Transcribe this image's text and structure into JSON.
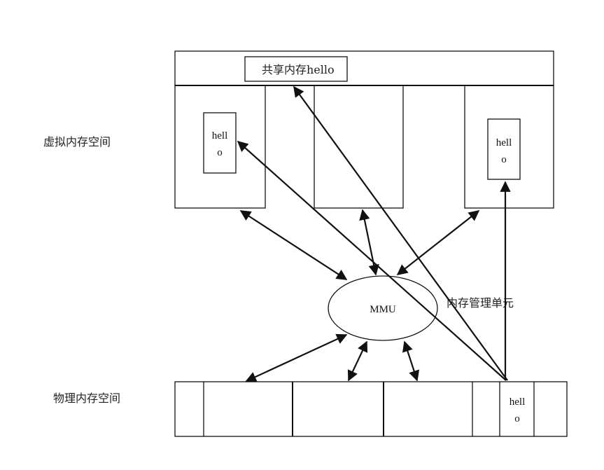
{
  "labels": {
    "virtual_space": "虚拟内存空间",
    "physical_space": "物理内存空间",
    "mmu": "MMU",
    "mmu_desc": "内存管理单元",
    "shared_memory": "共享内存hello"
  },
  "hello_blocks": {
    "left": [
      "hell",
      "o"
    ],
    "right": [
      "hell",
      "o"
    ],
    "physical": [
      "hell",
      "o"
    ]
  }
}
